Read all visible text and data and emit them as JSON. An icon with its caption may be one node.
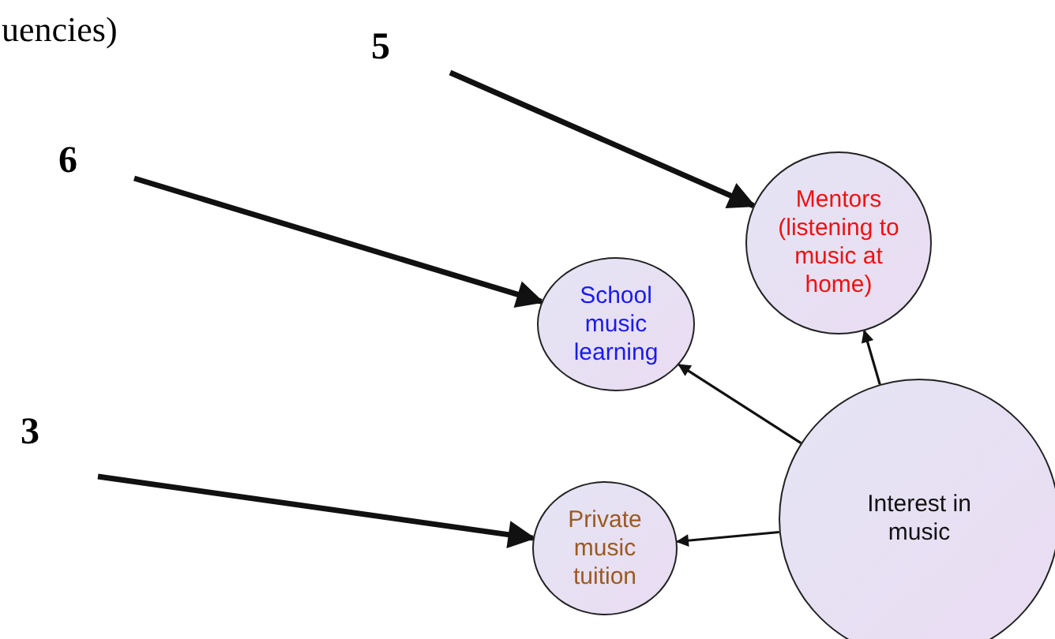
{
  "diagram": {
    "nodes": [
      {
        "text": [
          "Mentors (listening to music at home)"
        ]
      },
      {
        "text": [
          "School music learning"
        ]
      },
      {
        "text": [
          "Private music tuition"
        ]
      },
      {
        "text": [
          "Interest in music"
        ]
      },
      {
        "text": [
          "5"
        ]
      },
      {
        "text": [
          "6"
        ]
      },
      {
        "text": [
          "3"
        ]
      }
    ],
    "edges": [
      {
        "from": 3,
        "to": 0,
        "arrow": "to"
      },
      {
        "from": 3,
        "to": 1,
        "arrow": "to"
      },
      {
        "from": 3,
        "to": 2,
        "arrow": "to"
      },
      {
        "from": 4,
        "to": 0,
        "arrow": "to",
        "style": "thick"
      },
      {
        "from": 5,
        "to": 1,
        "arrow": "to",
        "style": "thick"
      },
      {
        "from": 6,
        "to": 2,
        "arrow": "to",
        "style": "thick"
      }
    ],
    "labels": [
      "uencies)"
    ]
  }
}
